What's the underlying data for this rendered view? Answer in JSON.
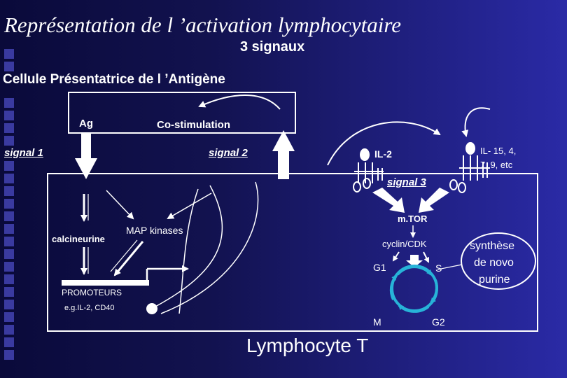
{
  "slide": {
    "title": "Représentation de l ’activation  lymphocytaire",
    "subtitle": "3 signaux",
    "apc_label": "Cellule Présentatrice de l ’Antigène",
    "ag_label": "Ag",
    "costim_label": "Co-stimulation",
    "signal1": "signal 1",
    "signal2": "signal 2",
    "il2": "IL-2",
    "il15_line1": "IL- 15, 4,",
    "il15_line2": "7, 9, etc",
    "signal3": "signal 3",
    "mtor": "m.TOR",
    "calcineurine": "calcineurine",
    "map_kinases": "MAP kinases",
    "cyclin": "cyclin/CDK",
    "g1": "G1",
    "s": "S",
    "m": "M",
    "g2": "G2",
    "promoteurs": "PROMOTEURS",
    "eg": "e.g.IL-2, CD40",
    "synthese_line1": "synthèse",
    "synthese_line2": "de novo",
    "synthese_line3": "purine",
    "lymphocyte": "Lymphocyte T"
  },
  "colors": {
    "background_dark": "#0a0a3a",
    "background_light": "#2a2aa6",
    "text": "#ffffff",
    "cycle_ring": "#27b3d8"
  }
}
